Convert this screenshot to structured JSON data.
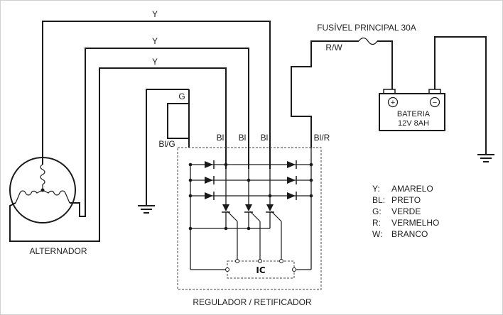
{
  "labels": {
    "alternator": "ALTERNADOR",
    "regulator": "REGULADOR / RETIFICADOR",
    "main_fuse": "FUSÍVEL PRINCIPAL 30A",
    "battery_name": "BATERIA",
    "battery_rating": "12V 8AH",
    "ic": "IC",
    "battery_plus": "+",
    "battery_minus": "−"
  },
  "wires": {
    "y_top": "Y",
    "y_mid": "Y",
    "y_low": "Y",
    "g": "G",
    "bl_g": "Bl/G",
    "bl_1": "Bl",
    "bl_2": "Bl",
    "bl_3": "Bl",
    "bl_r": "Bl/R",
    "r_w": "R/W"
  },
  "legend": [
    {
      "code": "Y:",
      "color": "AMARELO"
    },
    {
      "code": "BL:",
      "color": "PRETO"
    },
    {
      "code": "G:",
      "color": "VERDE"
    },
    {
      "code": "R:",
      "color": "VERMELHO"
    },
    {
      "code": "W:",
      "color": "BRANCO"
    }
  ]
}
